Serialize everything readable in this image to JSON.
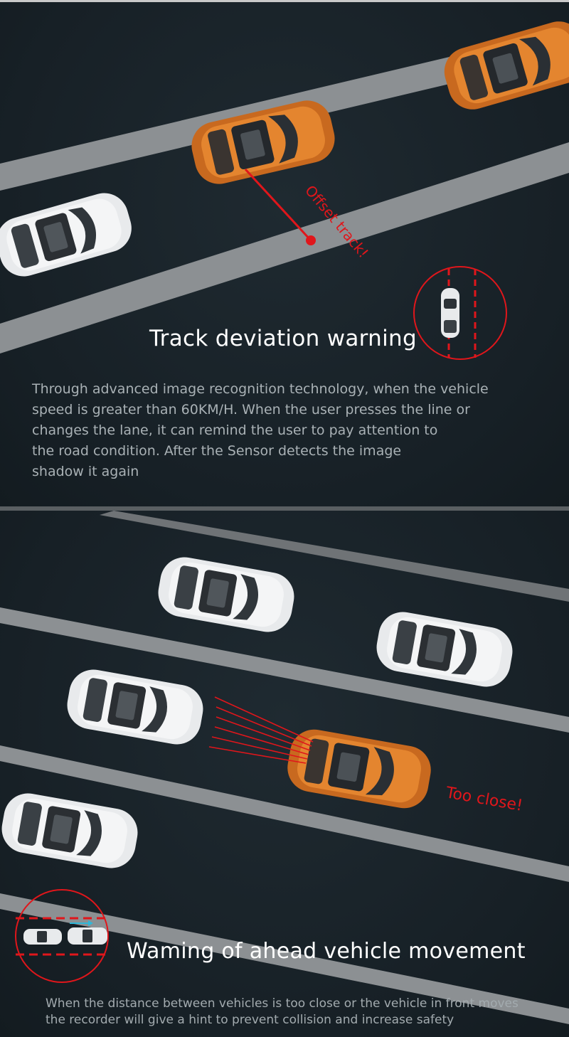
{
  "section1": {
    "heading": "Track deviation warning",
    "annotation": "Offset track!",
    "paragraph_lines": [
      "Through advanced image recognition technology, when the vehicle",
      "speed is greater than 60KM/H. When the user presses the line or",
      "changes the lane, it can remind the user to pay attention to",
      "the road condition. After the Sensor detects the image",
      "shadow it again"
    ]
  },
  "section2": {
    "heading": "Waming of ahead vehicle movement",
    "annotation": "Too close!",
    "paragraph_lines": [
      "When the distance between vehicles is too close or the vehicle in front moves",
      "the recorder will give a hint to prevent collision and increase safety"
    ]
  },
  "colors": {
    "road": "#1b252b",
    "lane_line": "#8d9194",
    "warning_red": "#e0161b",
    "orange_car": "#d9772a",
    "white_car": "#e6e8ea",
    "heading_text": "#ffffff",
    "body_text": "#a9b1b5"
  },
  "icons": [
    "lane-departure-icon",
    "forward-collision-icon"
  ]
}
